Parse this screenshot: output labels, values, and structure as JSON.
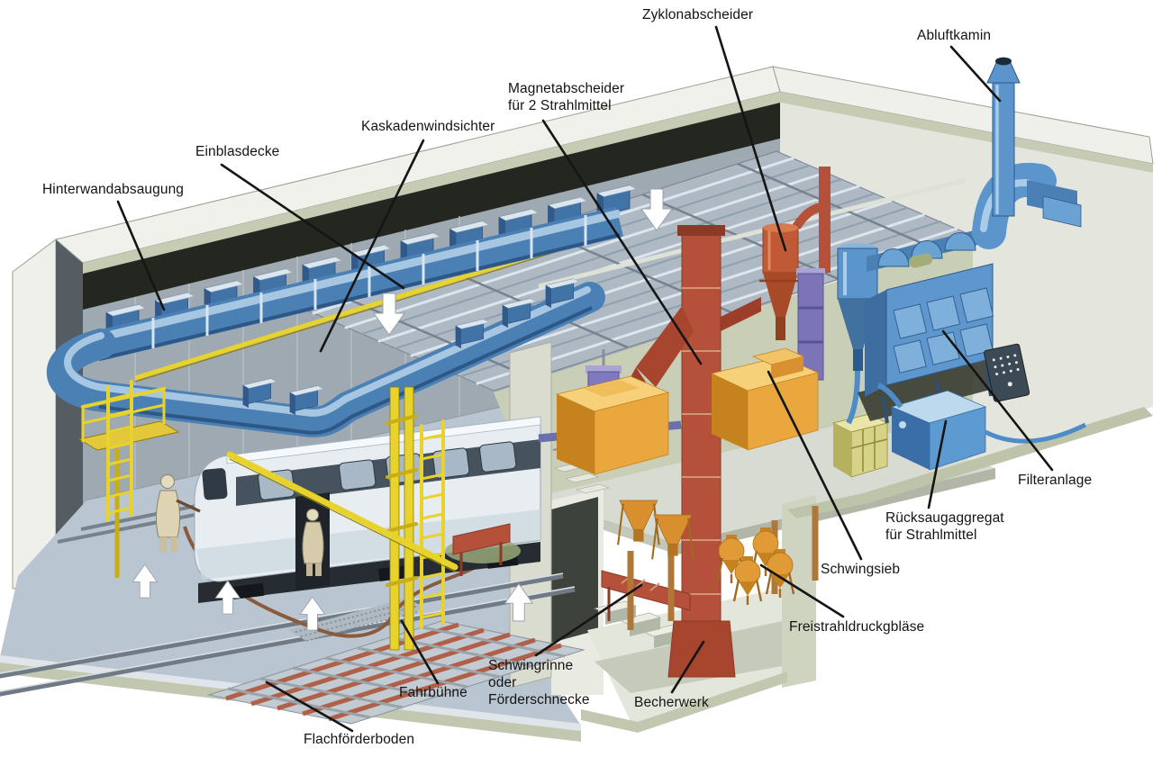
{
  "figure": {
    "kind": "cutaway-technical-illustration",
    "subject": "Strahlanlage für Schienenfahrzeuge (blast-cleaning hall with rail vehicle)"
  },
  "labels": {
    "zyklonabscheider": {
      "text": "Zyklonabscheider"
    },
    "abluftkamin": {
      "text": "Abluftkamin"
    },
    "magnetabscheider": {
      "text": "Magnetabscheider\nfür 2 Strahlmittel"
    },
    "kaskadenwindsichter": {
      "text": "Kaskadenwindsichter"
    },
    "einblasdecke": {
      "text": "Einblasdecke"
    },
    "hinterwandabsaugung": {
      "text": "Hinterwandabsaugung"
    },
    "filteranlage": {
      "text": "Filteranlage"
    },
    "ruecksaugaggregat": {
      "text": "Rücksaugaggregat\nfür Strahlmittel"
    },
    "schwingsieb": {
      "text": "Schwingsieb"
    },
    "freistrahldruckgeblaese": {
      "text": "Freistrahldruckgbläse"
    },
    "becherwerk": {
      "text": "Becherwerk"
    },
    "schwingrinne": {
      "text": "Schwingrinne\noder\nFörderschnecke"
    },
    "fahrbuehne": {
      "text": "Fahrbühne"
    },
    "flachfoerderboden": {
      "text": "Flachförderboden"
    }
  },
  "palette": {
    "duct_blue": "#4a80b4",
    "filter_blue": "#5e97ce",
    "machine_red": "#b5503a",
    "cyclone_red": "#c05a36",
    "bin_orange": "#eaa73e",
    "separator_purple": "#7b75b8",
    "platform_yellow": "#e8d22c",
    "concrete_green": "#c6ccb4",
    "wall_dark": "#24271f",
    "floor_blue_gray": "#b9c5d1",
    "leader_line": "#151515"
  }
}
